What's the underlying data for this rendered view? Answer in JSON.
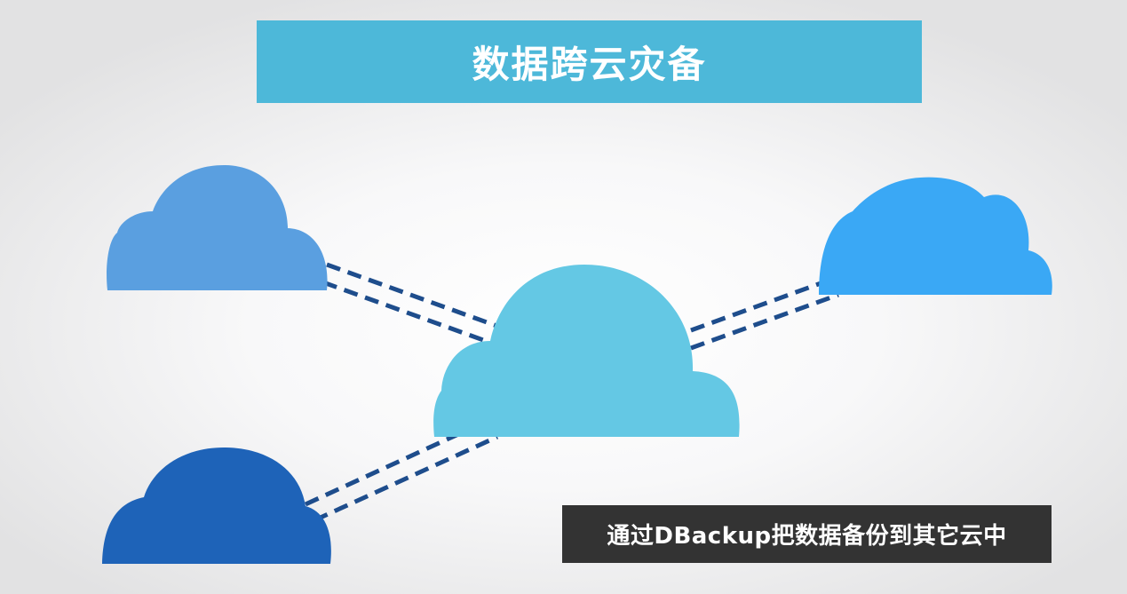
{
  "title": {
    "text": "数据跨云灾备",
    "background_color": "#4db8d9"
  },
  "caption": {
    "text": "通过DBackup把数据备份到其它云中",
    "background_color": "#333333"
  },
  "connector_color": "#1e4d8c",
  "clouds": [
    {
      "name": "cloud-top-left",
      "color": "#5a9fe0"
    },
    {
      "name": "cloud-top-right",
      "color": "#3aa8f5"
    },
    {
      "name": "cloud-center",
      "color": "#64c8e4"
    },
    {
      "name": "cloud-bottom-left",
      "color": "#1e63b8"
    }
  ]
}
